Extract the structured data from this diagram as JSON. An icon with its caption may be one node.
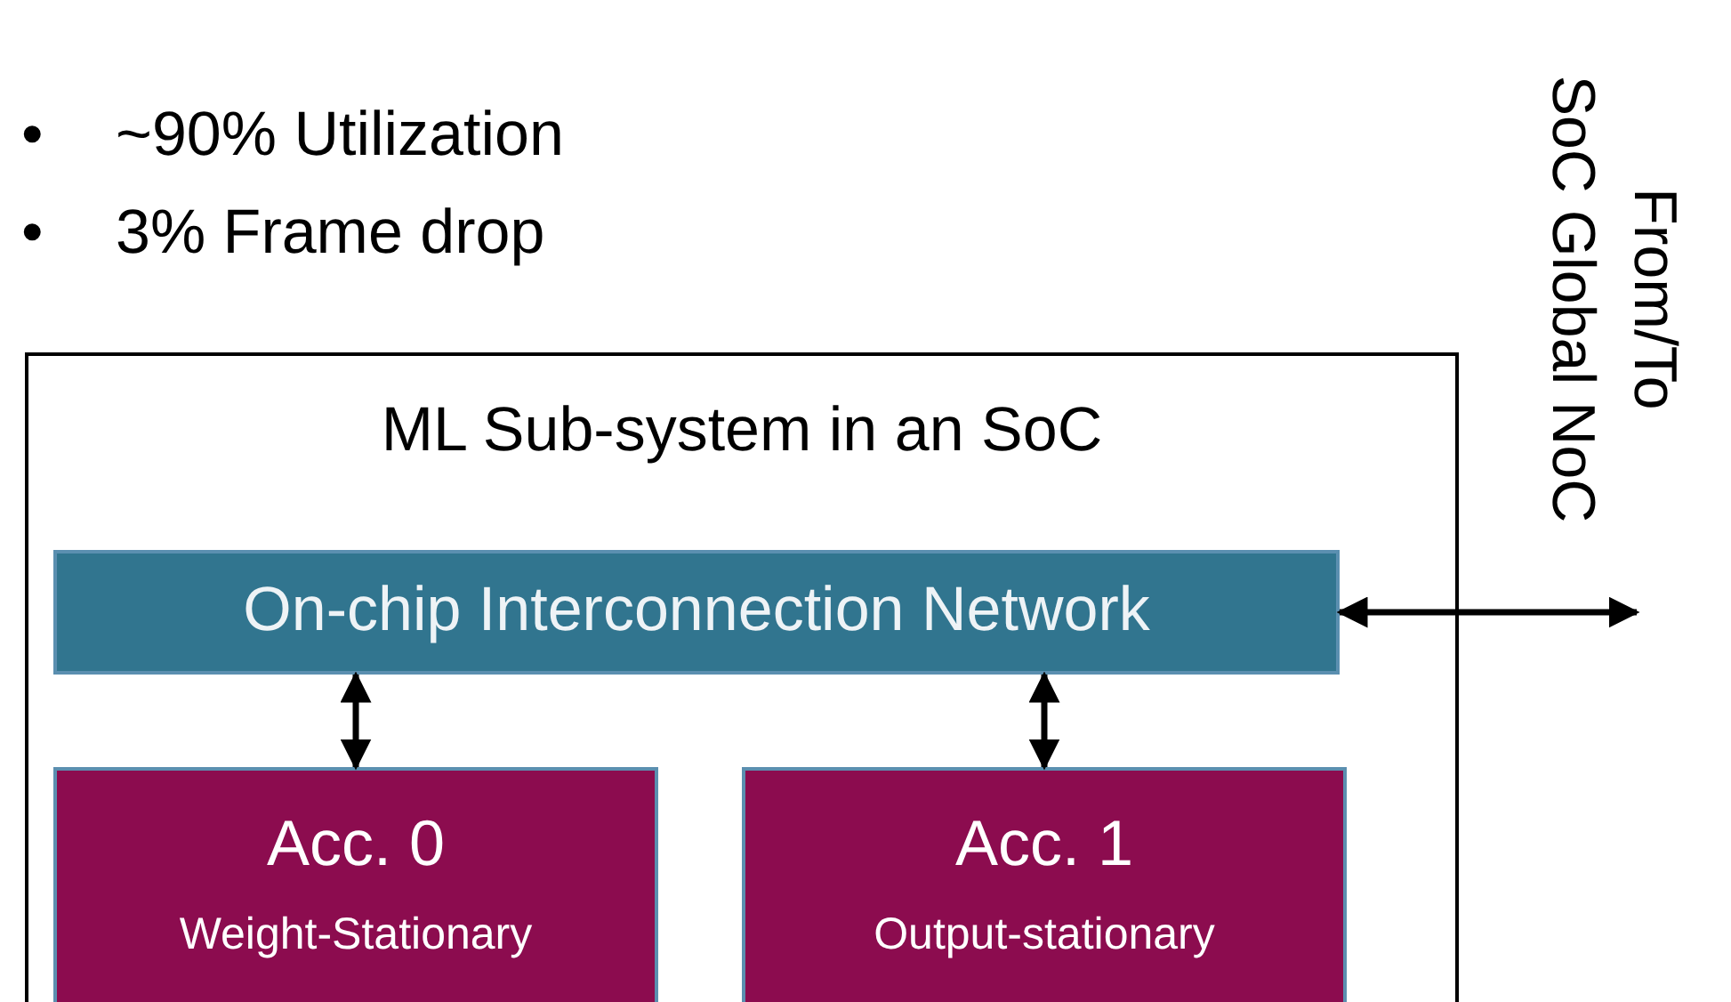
{
  "diagram": {
    "nodes": [
      {
        "text": [
          "ML Sub-system in an SoC"
        ]
      },
      {
        "text": [
          "On-chip Interconnection Network"
        ],
        "in": 0
      },
      {
        "text": [
          "Acc. 0",
          "Weight-Stationary"
        ],
        "in": 0
      },
      {
        "text": [
          "Acc. 1",
          "Output-stationary"
        ],
        "in": 0
      }
    ],
    "edges": [
      {
        "from": 1,
        "to": 2,
        "arrow": "both"
      },
      {
        "from": 1,
        "to": 3,
        "arrow": "both"
      },
      {
        "from": 1,
        "to": null,
        "arrow": "both"
      }
    ],
    "labels": [
      "•",
      "~90% Utilization",
      "•",
      "3% Frame drop",
      "From/To",
      "SoC Global NoC"
    ]
  }
}
